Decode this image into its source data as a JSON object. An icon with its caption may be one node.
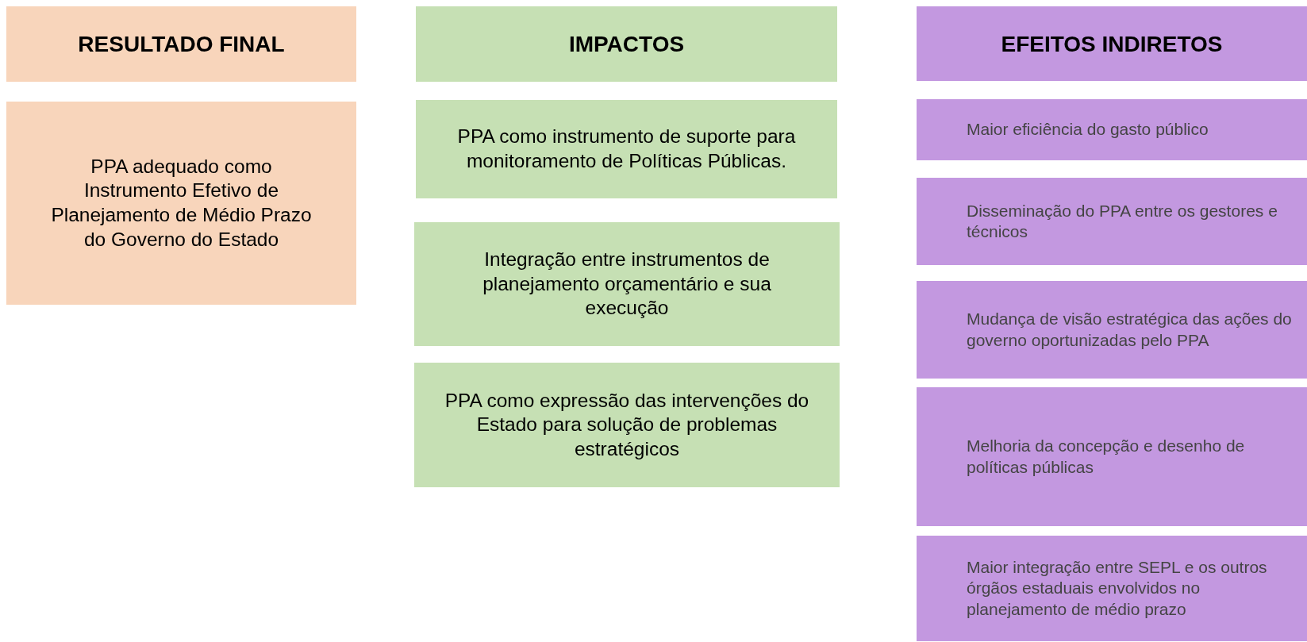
{
  "diagram": {
    "nodes": [
      {
        "text": [
          "RESULTADO FINAL"
        ]
      },
      {
        "text": [
          "PPA adequado como Instrumento Efetivo de Planejamento de Médio Prazo do Governo do Estado"
        ]
      },
      {
        "text": [
          "IMPACTOS"
        ]
      },
      {
        "text": [
          "PPA como instrumento de suporte para monitoramento de Políticas Públicas."
        ]
      },
      {
        "text": [
          "Integração entre instrumentos de planejamento orçamentário e sua execução"
        ]
      },
      {
        "text": [
          "PPA como expressão das intervenções do Estado para solução de problemas estratégicos"
        ]
      },
      {
        "text": [
          "EFEITOS INDIRETOS"
        ]
      },
      {
        "text": [
          "Maior eficiência do gasto público"
        ]
      },
      {
        "text": [
          "Disseminação do PPA entre os gestores e técnicos"
        ]
      },
      {
        "text": [
          "Mudança de visão estratégica das ações do governo oportunizadas pelo PPA"
        ]
      },
      {
        "text": [
          "Melhoria da concepção e desenho de políticas públicas"
        ]
      },
      {
        "text": [
          "Maior integração entre SEPL e os outros órgãos estaduais envolvidos no planejamento de médio prazo"
        ]
      }
    ]
  }
}
